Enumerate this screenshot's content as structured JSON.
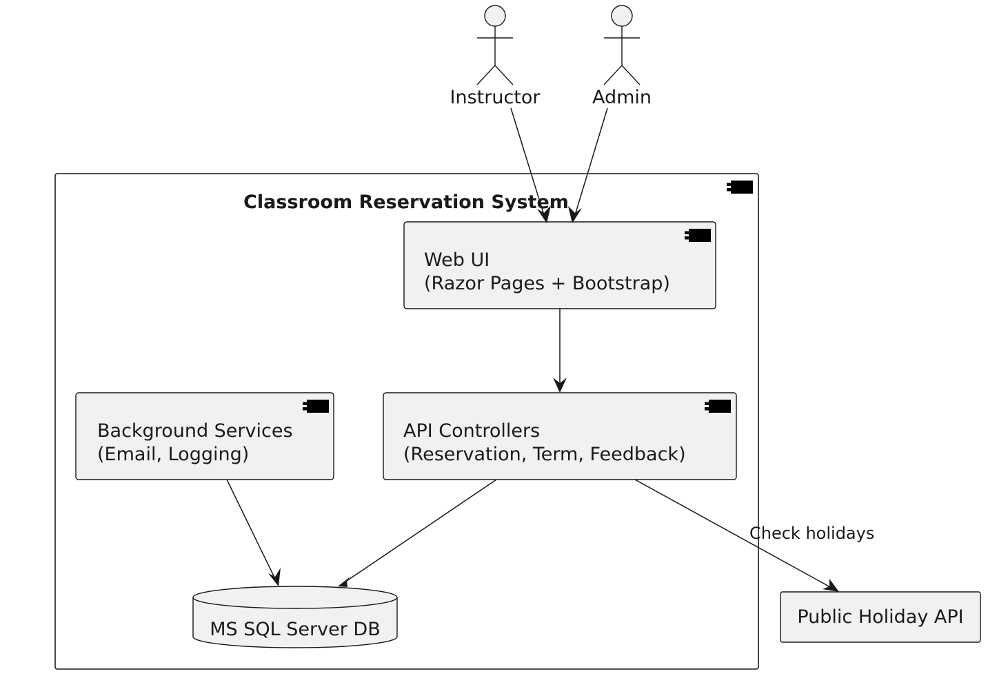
{
  "actors": {
    "instructor": {
      "label": "Instructor"
    },
    "admin": {
      "label": "Admin"
    }
  },
  "system": {
    "title": "Classroom Reservation System"
  },
  "components": {
    "web_ui": {
      "line1": "Web UI",
      "line2": "(Razor Pages + Bootstrap)"
    },
    "background_services": {
      "line1": "Background Services",
      "line2": "(Email, Logging)"
    },
    "api_controllers": {
      "line1": "API Controllers",
      "line2": "(Reservation, Term, Feedback)"
    }
  },
  "database": {
    "label": "MS SQL Server DB"
  },
  "external": {
    "label": "Public Holiday API"
  },
  "edges": {
    "api_to_holiday": {
      "label": "Check holidays"
    }
  }
}
